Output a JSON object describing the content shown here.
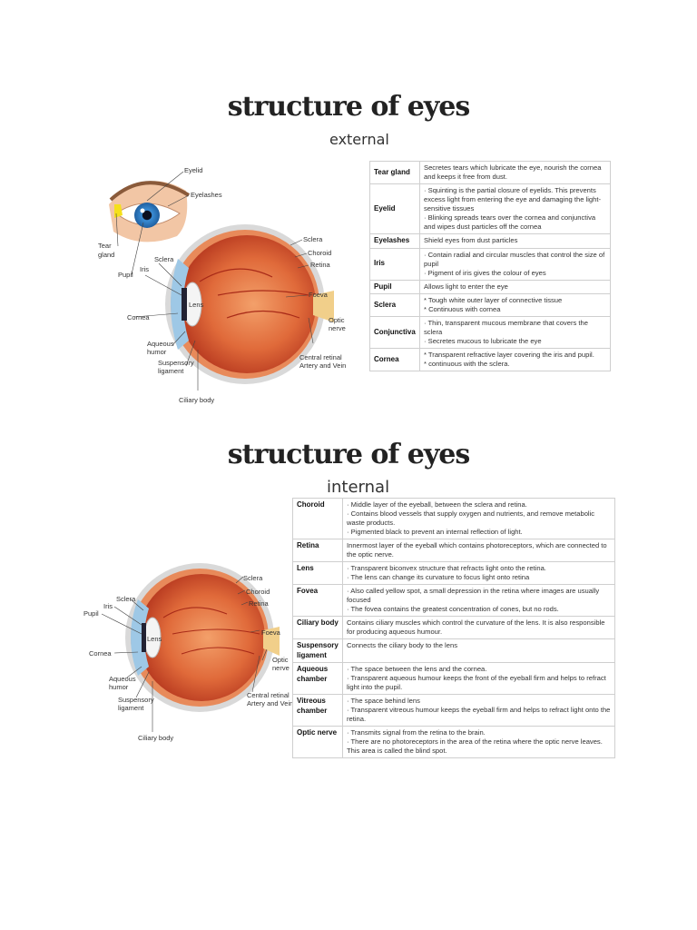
{
  "page": {
    "top_title": "structure of eyes",
    "top_subtitle": "external",
    "bottom_title": "structure of eyes",
    "bottom_subtitle": "internal"
  },
  "external_diagram": {
    "labels": {
      "eyelid": "Eyelid",
      "eyelashes": "Eyelashes",
      "tear1": "Tear",
      "tear2": "gland",
      "sclera_l": "Sclera",
      "iris": "Iris",
      "pupil": "Pupil",
      "lens": "Lens",
      "cornea": "Cornea",
      "aqueous1": "Aqueous",
      "aqueous2": "humor",
      "susp1": "Suspensory",
      "susp2": "ligament",
      "ciliary": "Ciliary body",
      "sclera_r": "Sclera",
      "choroid": "Choroid",
      "retina": "Retina",
      "foeva": "Foeva",
      "optic1": "Optic",
      "optic2": "nerve",
      "central1": "Central retinal",
      "central2": "Artery and Vein"
    }
  },
  "internal_diagram": {
    "labels": {
      "sclera_l": "Sclera",
      "iris": "Iris",
      "pupil": "Pupil",
      "lens": "Lens",
      "cornea": "Cornea",
      "aqueous1": "Aqueous",
      "aqueous2": "humor",
      "susp1": "Suspensory",
      "susp2": "ligament",
      "ciliary": "Ciliary body",
      "sclera_r": "Sclera",
      "choroid": "Choroid",
      "retina": "Retina",
      "foeva": "Foeva",
      "optic1": "Optic",
      "optic2": "nerve",
      "central1": "Central retinal",
      "central2": "Artery and Vein"
    }
  },
  "external_table": [
    {
      "label": "Tear gland",
      "lines": [
        "Secretes tears which lubricate the eye, nourish the cornea and keeps it free from dust."
      ]
    },
    {
      "label": "Eyelid",
      "lines": [
        "· Squinting is the partial closure of eyelids. This prevents excess light from entering the eye and damaging the light-sensitive tissues",
        "· Blinking spreads tears over the cornea and conjunctiva and wipes dust particles off the cornea"
      ]
    },
    {
      "label": "Eyelashes",
      "lines": [
        "Shield eyes from dust particles"
      ]
    },
    {
      "label": "Iris",
      "lines": [
        "· Contain radial and circular muscles that control the size of pupil",
        "· Pigment of iris gives the colour of eyes"
      ]
    },
    {
      "label": "Pupil",
      "lines": [
        "Allows light to enter the eye"
      ]
    },
    {
      "label": "Sclera",
      "lines": [
        "* Tough white outer layer of connective tissue",
        "* Continuous with cornea"
      ]
    },
    {
      "label": "Conjunctiva",
      "lines": [
        "· Thin, transparent mucous membrane that covers the sclera",
        "· Secretes mucous to lubricate the eye"
      ]
    },
    {
      "label": "Cornea",
      "lines": [
        "* Transparent refractive layer covering the iris and pupil.",
        "* continuous with the sclera."
      ]
    }
  ],
  "internal_table": [
    {
      "label": "Choroid",
      "lines": [
        "· Middle layer of the eyeball, between the sclera and retina.",
        "· Contains blood vessels that supply oxygen and nutrients, and remove metabolic waste products.",
        "· Pigmented black to prevent an internal reflection of light."
      ]
    },
    {
      "label": "Retina",
      "lines": [
        "Innermost layer of the eyeball which contains photoreceptors, which are connected to the optic nerve."
      ]
    },
    {
      "label": "Lens",
      "lines": [
        "· Transparent biconvex structure that refracts light onto the retina.",
        "· The lens can change its curvature to focus light onto retina"
      ]
    },
    {
      "label": "Fovea",
      "lines": [
        "· Also called yellow spot, a small depression in the retina where images are usually focused",
        "· The fovea contains the greatest concentration of cones, but no rods."
      ]
    },
    {
      "label": "Ciliary body",
      "lines": [
        "Contains ciliary muscles which control the curvature of the lens. It is also responsible for producing aqueous humour."
      ]
    },
    {
      "label": "Suspensory ligament",
      "lines": [
        "Connects the ciliary body to the lens"
      ]
    },
    {
      "label": "Aqueous chamber",
      "lines": [
        "· The space between the lens and the cornea.",
        "· Transparent aqueous humour keeps the front of the eyeball firm and helps to refract light into the pupil."
      ]
    },
    {
      "label": "Vitreous chamber",
      "lines": [
        "· The space behind lens",
        "· Transparent vitreous humour keeps the eyeball firm and helps to refract light onto the retina."
      ]
    },
    {
      "label": "Optic nerve",
      "lines": [
        "· Transmits signal from the retina to the brain.",
        "· There are no photoreceptors in the area of the retina where the optic nerve leaves. This area is called the blind spot."
      ]
    }
  ]
}
